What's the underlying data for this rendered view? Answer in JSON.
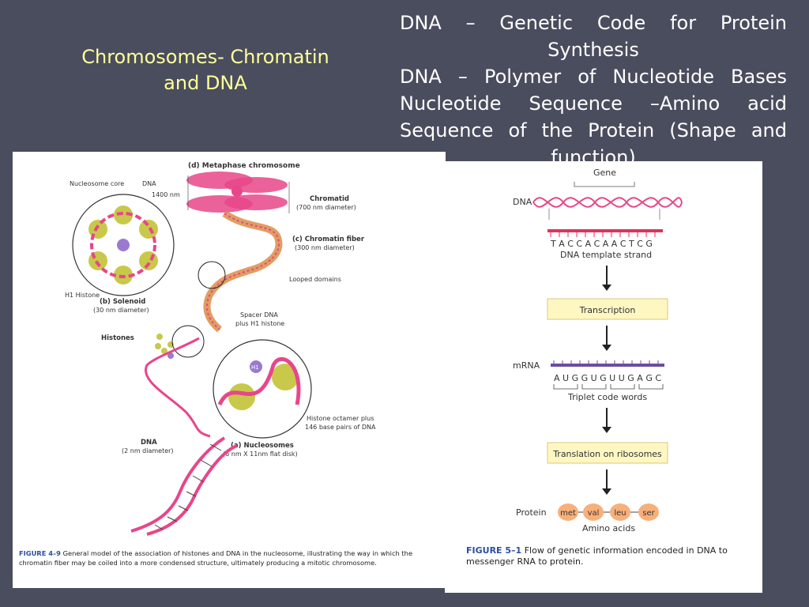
{
  "slide": {
    "title": "Chromosomes- Chromatin and DNA",
    "body": {
      "line1": "DNA – Genetic Code for Protein",
      "line2": "Synthesis",
      "line3": "DNA – Polymer of Nucleotide Bases",
      "line4": "Nucleotide Sequence –Amino acid",
      "line5": "Sequence of the Protein (Shape and",
      "line6": "function)"
    },
    "colors": {
      "background": "#4a4d5e",
      "title": "#ffff99",
      "text": "#ffffff"
    }
  },
  "figure_left": {
    "labels": {
      "metaphase": "(d) Metaphase chromosome",
      "nucleosome_core": "Nucleosome core",
      "dna_top": "DNA",
      "nm1400": "1400 nm",
      "chromatid": "Chromatid",
      "chromatid_dia": "(700 nm diameter)",
      "fiber": "(c) Chromatin fiber",
      "fiber_dia": "(300 nm diameter)",
      "looped": "Looped domains",
      "h1_histone": "H1 Histone",
      "solenoid": "(b) Solenoid",
      "solenoid_dia": "(30 nm diameter)",
      "spacer1": "Spacer DNA",
      "spacer2": "plus H1 histone",
      "histones": "Histones",
      "h1": "H1",
      "octamer1": "Histone octamer plus",
      "octamer2": "146 base pairs of DNA",
      "dna_bottom": "DNA",
      "dna_dia": "(2 nm diameter)",
      "nucleosomes": "(a) Nucleosomes",
      "nucleosomes_dim": "(6 nm X 11nm flat disk)"
    },
    "caption_label": "FIGURE 4–9",
    "caption_text": "General model of the association of histones and DNA in the nucleosome, illustrating the way in which the chromatin fiber may be coiled into a more condensed structure, ultimately producing a mitotic chromosome."
  },
  "figure_right": {
    "labels": {
      "gene": "Gene",
      "dna": "DNA",
      "template_seq": "T A C C A C A A C T C G",
      "template_strand": "DNA template strand",
      "transcription": "Transcription",
      "mrna": "mRNA",
      "mrna_seq": "A U G G U G U U G A G C",
      "triplet": "Triplet code words",
      "translation": "Translation on ribosomes",
      "protein": "Protein",
      "amino_acids": "Amino acids"
    },
    "amino": [
      "met",
      "val",
      "leu",
      "ser"
    ],
    "caption_label": "FIGURE 5–1",
    "caption_text": "Flow of genetic information encoded in DNA to messenger RNA to protein."
  }
}
